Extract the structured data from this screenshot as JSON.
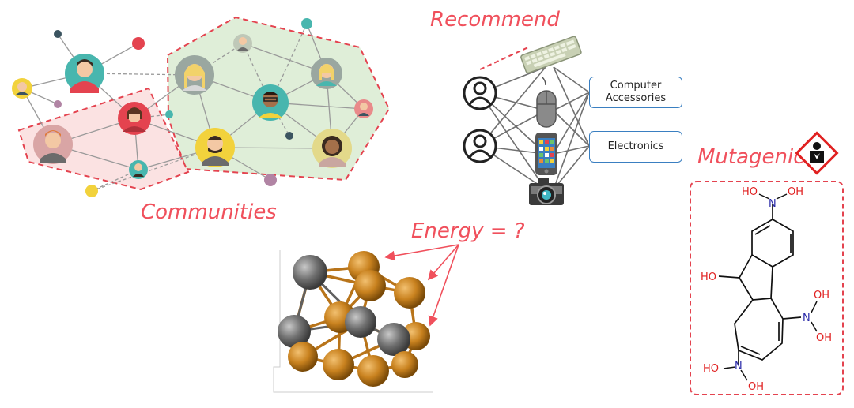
{
  "panels": {
    "communities": {
      "label": "Communities"
    },
    "recommend": {
      "label": "Recommend",
      "categories": [
        {
          "line1": "Computer",
          "line2": "Accessories"
        },
        {
          "line1": "Electronics"
        }
      ]
    },
    "energy": {
      "label": "Energy = ?"
    },
    "mutagenic": {
      "label": "Mutagenic",
      "atom_labels": [
        "HO",
        "N",
        "OH",
        "HO",
        "OH",
        "N",
        "OH",
        "HO",
        "N",
        "OH"
      ]
    }
  },
  "colors": {
    "accent_red": "#f0505c",
    "community_green": "#dfeed8",
    "community_pink": "#fbe2e2",
    "box_border_blue": "#3a7fc1",
    "copper_atom": "#c9821f",
    "gray_atom": "#707070",
    "nitrogen_blue": "#2a2aa8",
    "oxygen_red": "#e02020"
  }
}
